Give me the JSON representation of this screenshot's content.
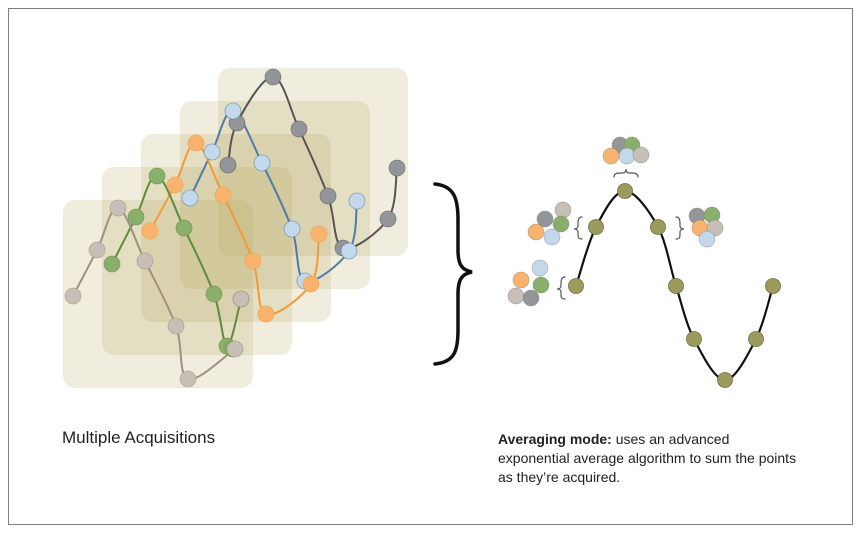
{
  "captions": {
    "left": "Multiple Acquisitions",
    "right_bold": "Averaging mode:",
    "right_text": " uses an advanced exponential average algorithm to sum the points as they’re acquired."
  },
  "colors": {
    "frame_fill": "#b4a65a",
    "gray": "#939699",
    "blue": "#c3d8ea",
    "orange": "#f8b46e",
    "green": "#8aaf6a",
    "beige": "#c7beb6",
    "avg": "#9a9b5d",
    "curve_gray": "#555555",
    "curve_blue": "#4d7da4",
    "curve_orange": "#f29a36",
    "curve_green": "#5c8c3c",
    "curve_beige": "#9e9180"
  },
  "icons": [
    "curly-brace-icon",
    "small-bracket-icon"
  ]
}
